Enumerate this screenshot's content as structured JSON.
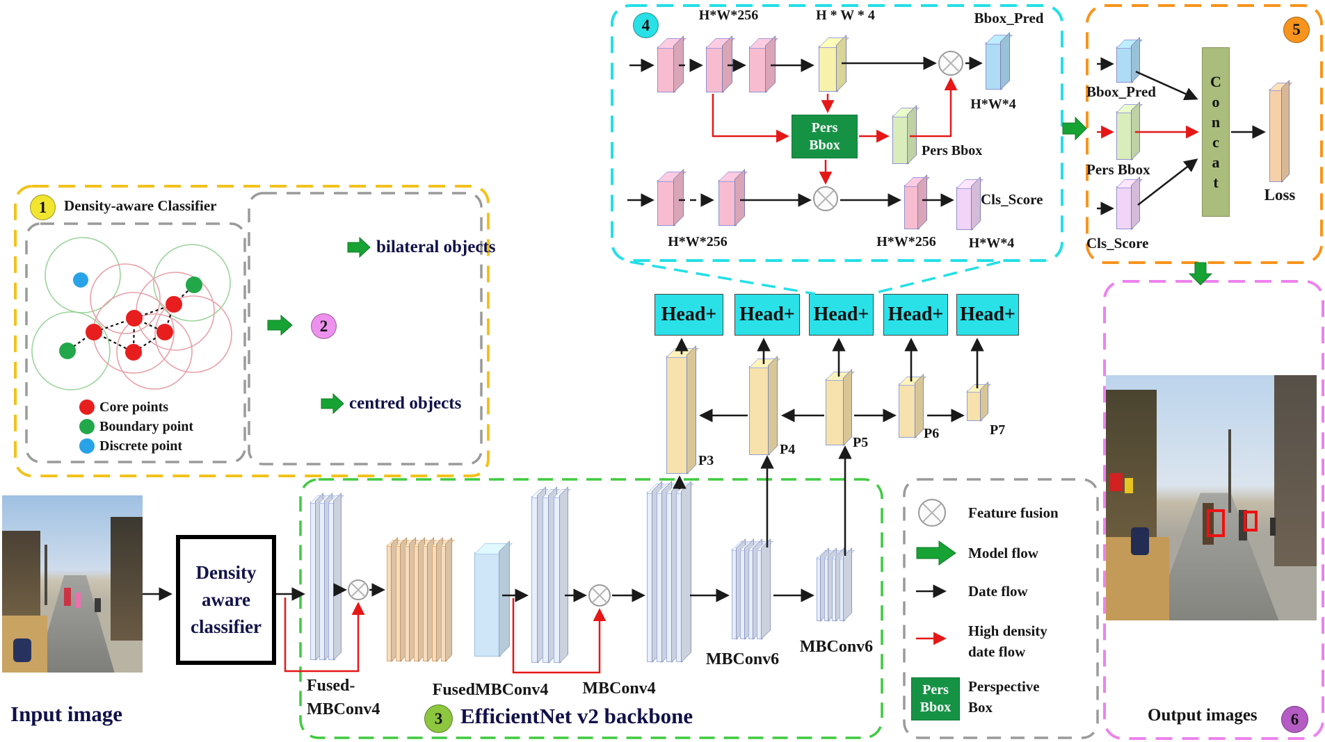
{
  "badges": {
    "b1": "1",
    "b2": "2",
    "b3": "3",
    "b4": "4",
    "b5": "5",
    "b6": "6"
  },
  "colors": {
    "cyan_box": "#24dfe6",
    "yellow_box": "#f2c21c",
    "green_box": "#3fca3f",
    "magenta_box": "#ee82ee",
    "orange_box": "#f7941d",
    "gray_box": "#9a9a9a",
    "pers_green": "#169245",
    "red_flow": "#e61717",
    "model_flow_green": "#17a234",
    "head_cyan": "#2ae1e8"
  },
  "module1": {
    "title": "Density-aware Classifier",
    "legend": [
      {
        "name": "core",
        "label": "Core points",
        "color": "#e81e1e"
      },
      {
        "name": "boundary",
        "label": "Boundary point",
        "color": "#22a84a"
      },
      {
        "name": "discrete",
        "label": "Discrete point",
        "color": "#29a3e8"
      }
    ]
  },
  "module2": {
    "bilateral": "bilateral objects",
    "centred": "centred objects"
  },
  "backbone": {
    "title": "EfficientNet v2 backbone",
    "block1_line1": "Fused-",
    "block1_line2": "MBConv4",
    "block2": "FusedMBConv4",
    "block3": "MBConv4",
    "block4": "MBConv6",
    "block5": "MBConv6"
  },
  "head_row": {
    "heads": [
      "Head+",
      "Head+",
      "Head+",
      "Head+",
      "Head+"
    ],
    "pyramid": [
      "P3",
      "P4",
      "P5",
      "P6",
      "P7"
    ]
  },
  "module4": {
    "dim_top_left": "H*W*256",
    "dim_top_right": "H * W * 4",
    "bbox_pred": "Bbox_Pred",
    "dim_hw4_mid": "H*W*4",
    "pers_line1": "Pers",
    "pers_line2": "Bbox",
    "pers_bbox_label": "Pers Bbox",
    "dim_bottom_left": "H*W*256",
    "dim_bottom_right": "H*W*256",
    "dim_bottom_hw4": "H*W*4",
    "cls_score": "Cls_Score"
  },
  "module5": {
    "bbox_pred": "Bbox_Pred",
    "pers_bbox": "Pers Bbox",
    "cls_score": "Cls_Score",
    "concat": "Concat",
    "loss": "Loss"
  },
  "module6": {
    "label": "Output images"
  },
  "input": {
    "label": "Input image",
    "classifier_line1": "Density",
    "classifier_line2": "aware",
    "classifier_line3": "classifier"
  },
  "legend": {
    "feature_fusion": "Feature fusion",
    "model_flow": "Model flow",
    "date_flow": "Date flow",
    "high_density_line1": "High density",
    "high_density_line2": "date flow",
    "pers_line1": "Pers",
    "pers_line2": "Bbox",
    "perspective_line1": "Perspective",
    "perspective_line2": "Box"
  }
}
